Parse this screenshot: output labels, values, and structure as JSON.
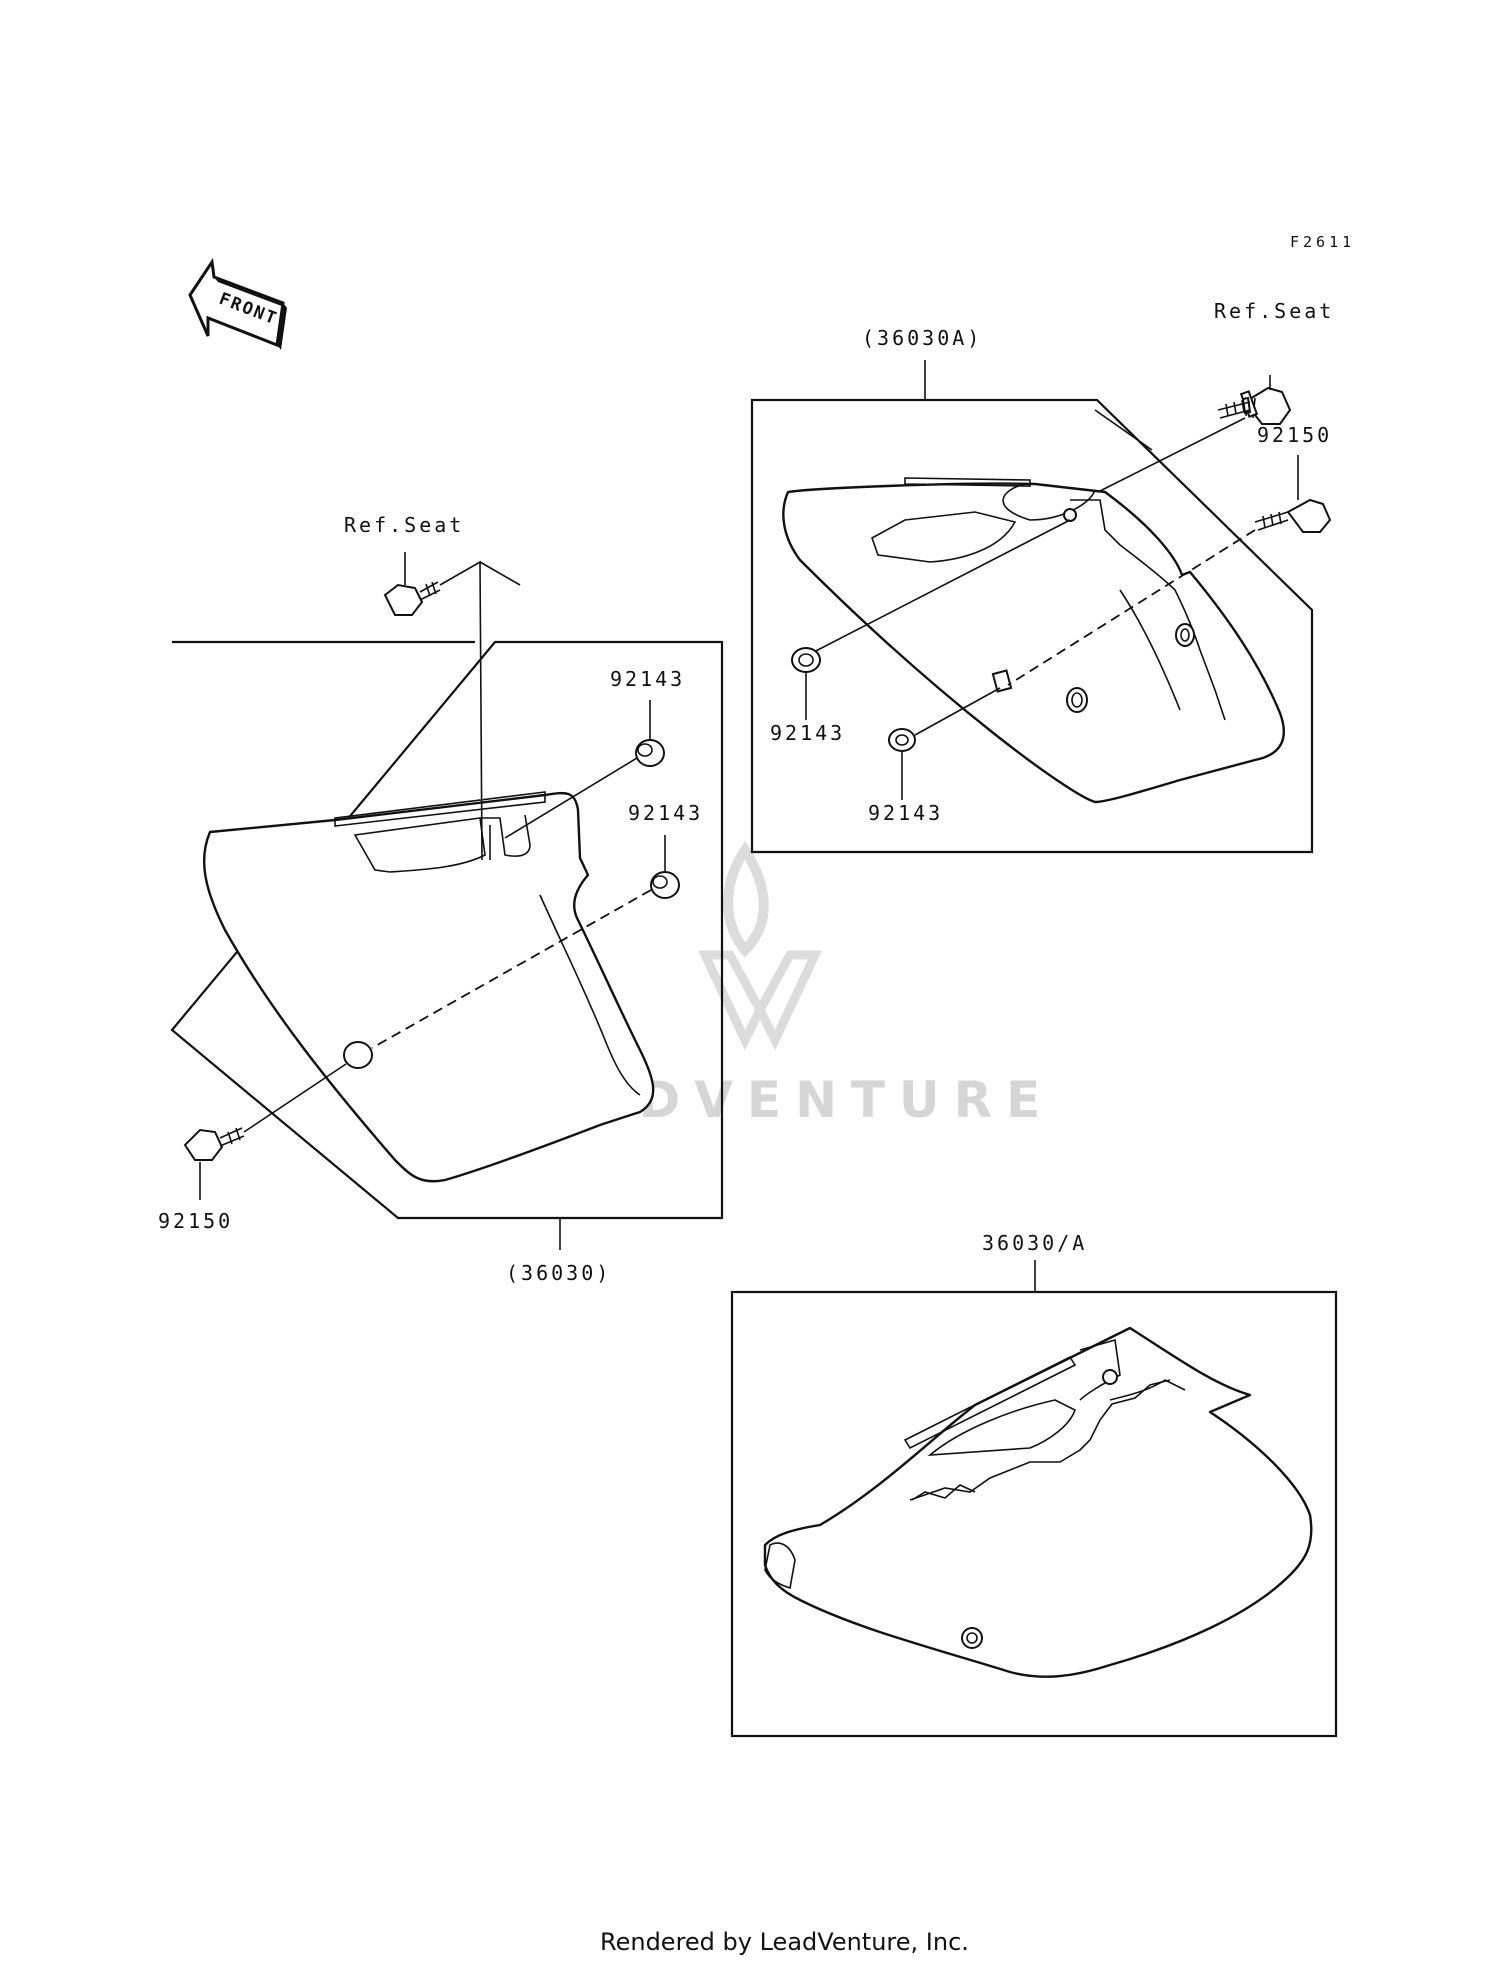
{
  "diagram_code": "F2611",
  "front_arrow_label": "FRONT",
  "labels": {
    "ref_seat_right": "Ref.Seat",
    "part_36030A": "(36030A)",
    "bolt_92150_right": "92150",
    "grommet_92143_right_a": "92143",
    "grommet_92143_right_b": "92143",
    "ref_seat_left": "Ref.Seat",
    "grommet_92143_left_a": "92143",
    "grommet_92143_left_b": "92143",
    "bolt_92150_left": "92150",
    "part_36030": "(36030)",
    "part_36030_A": "36030/A"
  },
  "watermark": "LEADVENTURE",
  "footer": "Rendered by LeadVenture, Inc.",
  "colors": {
    "line": "#111111",
    "watermark": "#d6d6d6",
    "background": "#ffffff"
  }
}
